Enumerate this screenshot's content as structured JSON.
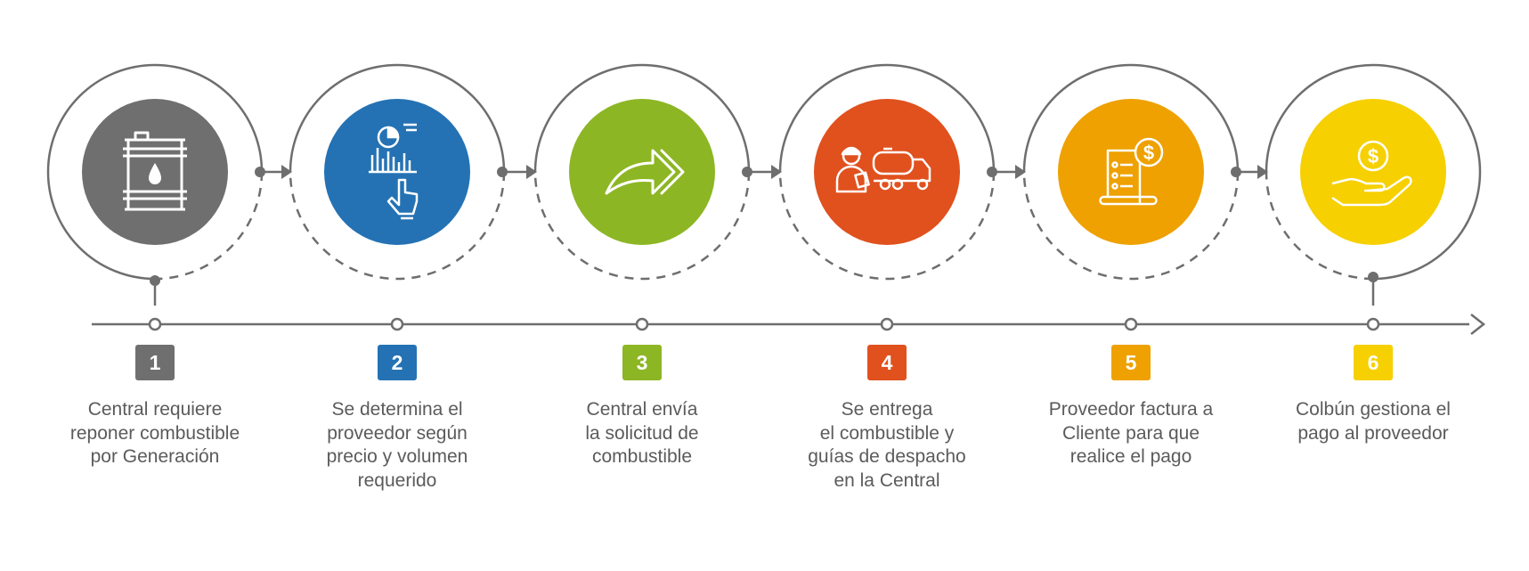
{
  "colors": {
    "line": "#6e6e6e",
    "dashed": "#6e6e6e",
    "caption": "#5b5b5b"
  },
  "steps": [
    {
      "number": "1",
      "color": "#6f6f70",
      "icon": "oil-barrel-icon",
      "caption": "Central requiere\nreponer combustible\npor Generación"
    },
    {
      "number": "2",
      "color": "#2472b4",
      "icon": "chart-hand-pointer-icon",
      "caption": "Se determina el\nproveedor según\nprecio y volumen\nrequerido"
    },
    {
      "number": "3",
      "color": "#8db624",
      "icon": "forward-arrow-icon",
      "caption": "Central envía\nla solicitud de\ncombustible"
    },
    {
      "number": "4",
      "color": "#e0511e",
      "icon": "tanker-truck-worker-icon",
      "caption": "Se entrega\nel combustible y\nguías de despacho\nen la Central"
    },
    {
      "number": "5",
      "color": "#eea100",
      "icon": "invoice-dollar-icon",
      "caption": "Proveedor factura a\nCliente para que\nrealice el pago"
    },
    {
      "number": "6",
      "color": "#f6d000",
      "icon": "hand-dollar-icon",
      "caption": "Colbún gestiona el\npago al proveedor"
    }
  ]
}
